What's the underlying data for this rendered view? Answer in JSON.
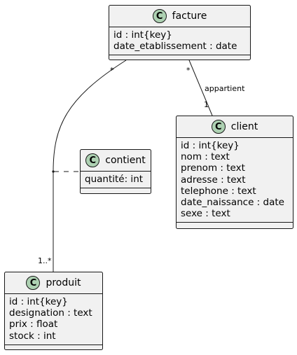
{
  "classes": {
    "facture": {
      "name": "facture",
      "stereotype": "C",
      "attributes": [
        "id : int{key}",
        "date_etablissement : date"
      ]
    },
    "client": {
      "name": "client",
      "stereotype": "C",
      "attributes": [
        "id : int{key}",
        "nom : text",
        "prenom : text",
        "adresse : text",
        "telephone : text",
        "date_naissance : date",
        "sexe : text"
      ]
    },
    "contient": {
      "name": "contient",
      "stereotype": "C",
      "attributes": [
        "quantité: int"
      ]
    },
    "produit": {
      "name": "produit",
      "stereotype": "C",
      "attributes": [
        "id : int{key}",
        "designation : text",
        "prix : float",
        "stock : int"
      ]
    }
  },
  "relations": {
    "facture_client": {
      "label": "appartient",
      "mult_facture": "*",
      "mult_client": "1"
    },
    "facture_produit": {
      "mult_facture": "*",
      "mult_produit": "1..*"
    }
  },
  "colors": {
    "box_fill": "#f1f1f1",
    "border": "#181818",
    "stereotype_fill": "#add1b2"
  }
}
